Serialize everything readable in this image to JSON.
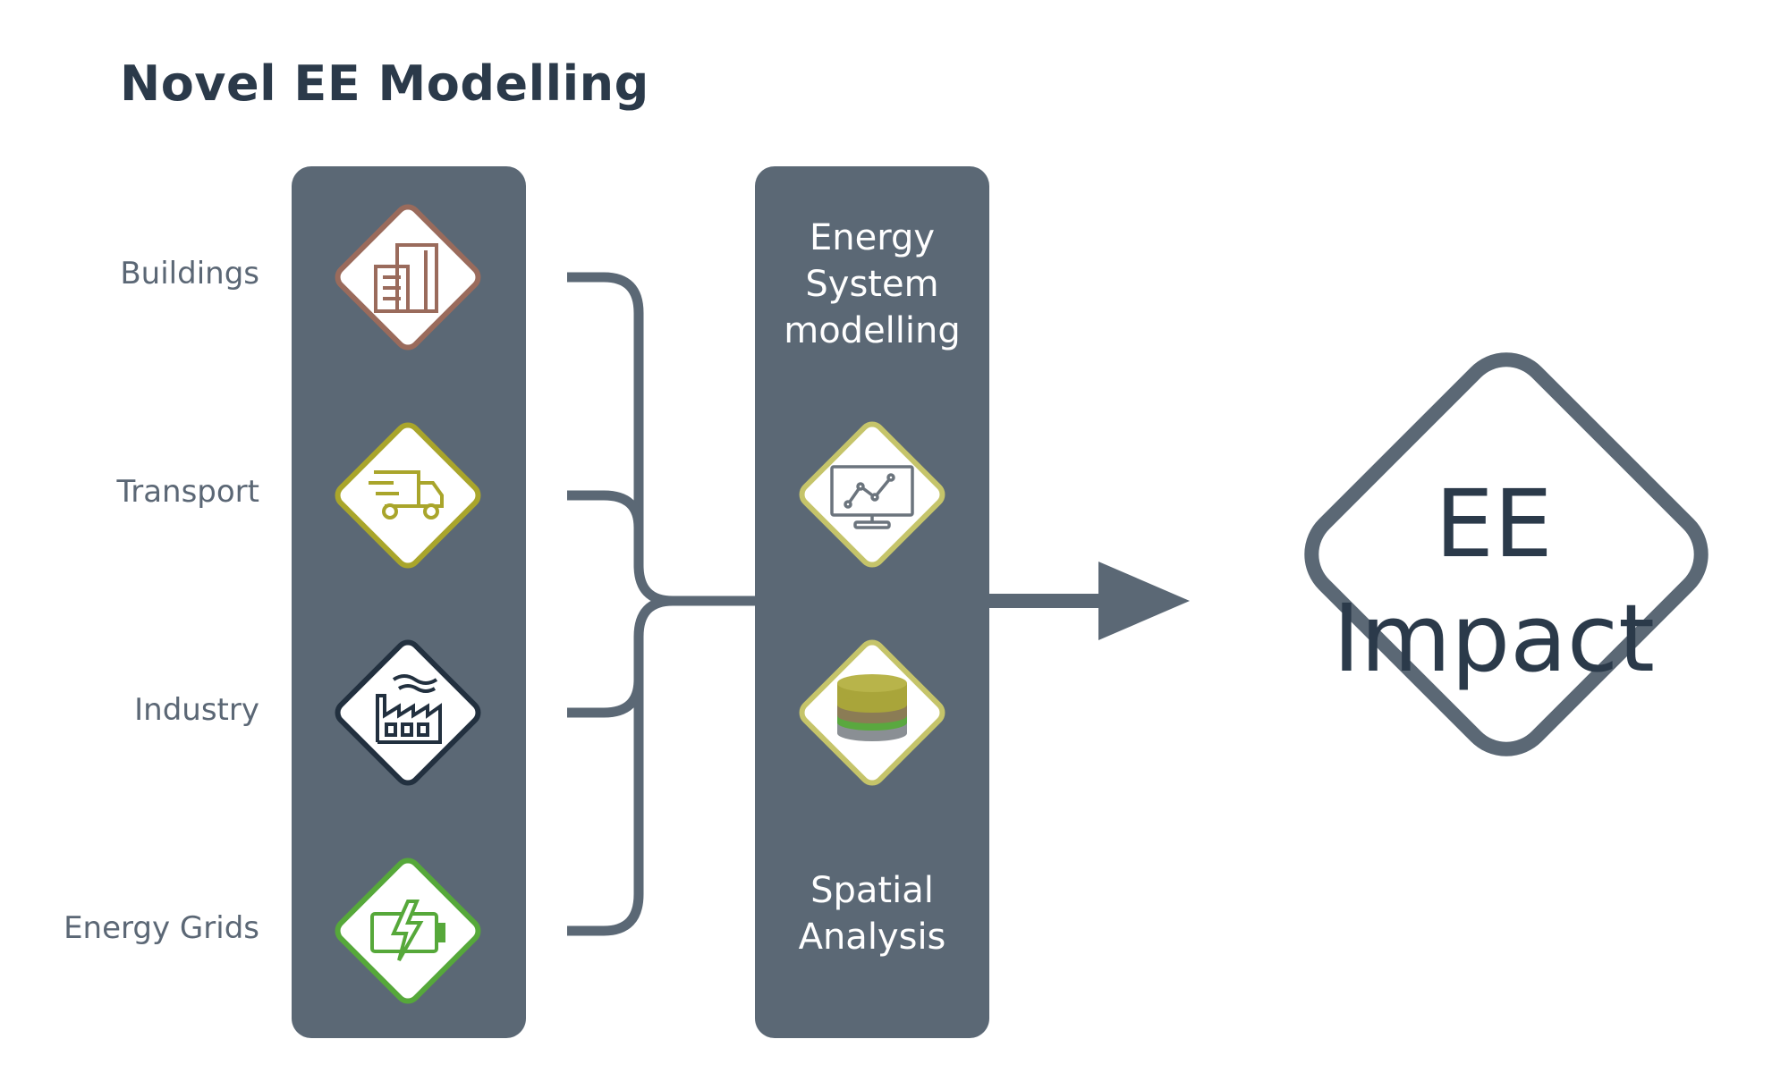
{
  "title": "Novel EE Modelling",
  "sectors": [
    {
      "label": "Buildings",
      "icon": "buildings-icon",
      "color": "#9a6b5c"
    },
    {
      "label": "Transport",
      "icon": "delivery-truck-icon",
      "color": "#a9a52b"
    },
    {
      "label": "Industry",
      "icon": "factory-icon",
      "color": "#22303f"
    },
    {
      "label": "Energy Grids",
      "icon": "battery-charging-icon",
      "color": "#56a83a"
    }
  ],
  "modelling": {
    "energy_system_lines": [
      "Energy",
      "System",
      "modelling"
    ],
    "energy_system_icon": "monitor-chart-icon",
    "spatial_analysis_lines": [
      "Spatial",
      "Analysis"
    ],
    "spatial_analysis_icon": "layered-disk-icon"
  },
  "impact": {
    "lines": [
      "EE",
      "Impact"
    ]
  },
  "colors": {
    "panel": "#5b6875",
    "connector": "#5b6875",
    "title": "#2b3a4a",
    "label": "#5b6775",
    "diamond_olive_border": "#c5c46a",
    "layer_olive": "#a9a53a",
    "layer_brown": "#8b7c55",
    "layer_green": "#5aa83f",
    "layer_grey": "#8a8f94"
  }
}
